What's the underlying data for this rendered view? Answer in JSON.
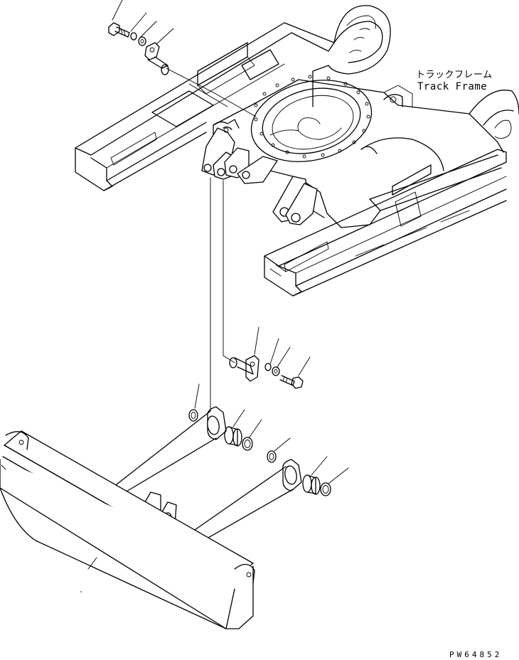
{
  "labels": {
    "track_frame_jp": "トラックフレーム",
    "track_frame_en": "Track Frame"
  },
  "drawing_number": "PW64852",
  "colors": {
    "line": "#000000",
    "background": "#ffffff"
  }
}
